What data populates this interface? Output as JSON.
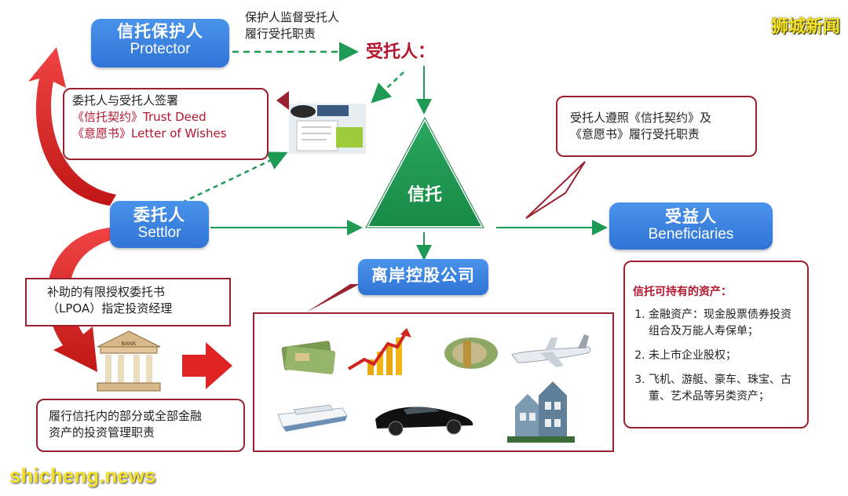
{
  "watermark_top": "狮城新闻",
  "watermark_bottom": "shicheng.news",
  "protector": {
    "zh": "信托保护人",
    "en": "Protector"
  },
  "protector_note": "保护人监督受托人履行受托职责",
  "trustee_label": "受托人：",
  "trust_label": "信托",
  "settlor": {
    "zh": "委托人",
    "en": "Settlor"
  },
  "beneficiaries": {
    "zh": "受益人",
    "en": "Beneficiaries"
  },
  "offshore_label": "离岸控股公司",
  "sign_callout": {
    "line1": "委托人与受托人签署",
    "line2": "《信托契约》Trust Deed",
    "line3": "《意愿书》Letter of Wishes"
  },
  "trustee_callout": {
    "line1": "受托人遵照《信托契约》及",
    "line2": "《意愿书》履行受托职责"
  },
  "lpoa_callout": {
    "line1": "补助的有限授权委托书",
    "line2": "（LPOA）指定投资经理"
  },
  "invest_callout": {
    "line1": "履行信托内的部分或全部金融",
    "line2": "资产的投资管理职责"
  },
  "bank_sign": "BANK",
  "assets_box": {
    "title": "信托可持有的资产：",
    "items": [
      "金融资产：现金股票债券投资组合及万能人寿保单；",
      "未上市企业股权；",
      "飞机、游艇、豪车、珠宝、古董、艺术品等另类资产；"
    ]
  },
  "asset_icons": [
    "cash-icon",
    "growth-chart-icon",
    "money-roll-icon",
    "airplane-icon",
    "yacht-icon",
    "sports-car-icon",
    "mansion-icon"
  ],
  "colors": {
    "accent_blue": "#2f74d6",
    "green": "#1e9a54",
    "dark_red": "#9a2230",
    "arrow_red": "#e02424"
  }
}
